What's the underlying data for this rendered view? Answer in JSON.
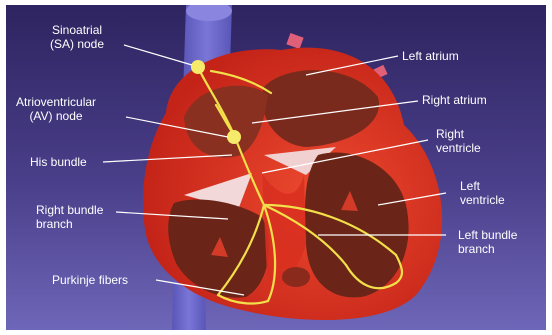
{
  "labels": {
    "sa_node": "Sinoatrial\n(SA) node",
    "av_node": "Atrioventricular\n(AV) node",
    "his_bundle": "His bundle",
    "right_bundle_branch": "Right bundle\nbranch",
    "purkinje_fibers": "Purkinje fibers",
    "left_atrium": "Left atrium",
    "right_atrium": "Right atrium",
    "right_ventricle": "Right\nventricle",
    "left_ventricle": "Left\nventricle",
    "left_bundle_branch": "Left bundle\nbranch"
  },
  "colors": {
    "background_top": "#352a66",
    "background_bottom": "#6a62b5",
    "vessel": "#6a66c8",
    "heart_muscle": "#e23828",
    "chamber": "#6a2418",
    "conduction": "#f2e04a",
    "valve": "#f2d8d8"
  }
}
